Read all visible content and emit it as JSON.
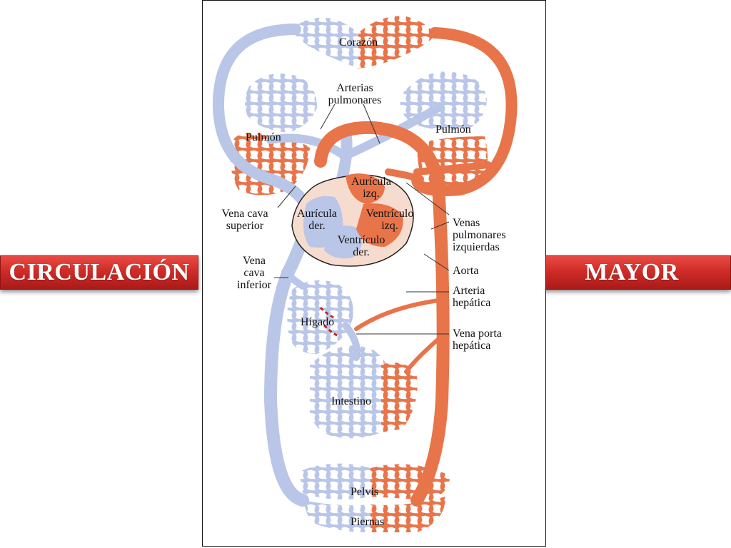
{
  "banners": {
    "left": "CIRCULACIÓN",
    "right": "MAYOR"
  },
  "colors": {
    "vein": "#b9c6e8",
    "artery": "#e8744a",
    "banner": "#d12f2a",
    "heart_bg": "#f6dccf"
  },
  "labels": {
    "corazon": "Corazón",
    "arterias_pulmonares_1": "Arterias",
    "arterias_pulmonares_2": "pulmonares",
    "pulmon_izq": "Pulmón",
    "pulmon_der": "Pulmón",
    "auricula_izq_1": "Aurícula",
    "auricula_izq_2": "izq.",
    "auricula_der_1": "Aurícula",
    "auricula_der_2": "der.",
    "ventriculo_izq_1": "Ventrículo",
    "ventriculo_izq_2": "izq.",
    "ventriculo_der_1": "Ventrículo",
    "ventriculo_der_2": "der.",
    "vena_cava_superior_1": "Vena cava",
    "vena_cava_superior_2": "superior",
    "vena_cava_inferior_1": "Vena",
    "vena_cava_inferior_2": "cava",
    "vena_cava_inferior_3": "inferior",
    "venas_pulmonares_1": "Venas",
    "venas_pulmonares_2": "pulmonares",
    "venas_pulmonares_3": "izquierdas",
    "aorta": "Aorta",
    "arteria_hepatica_1": "Arteria",
    "arteria_hepatica_2": "hepática",
    "vena_porta_1": "Vena porta",
    "vena_porta_2": "hepática",
    "higado": "Hígado",
    "intestino": "Intestino",
    "pelvis": "Pelvis",
    "piernas": "Piernas"
  }
}
